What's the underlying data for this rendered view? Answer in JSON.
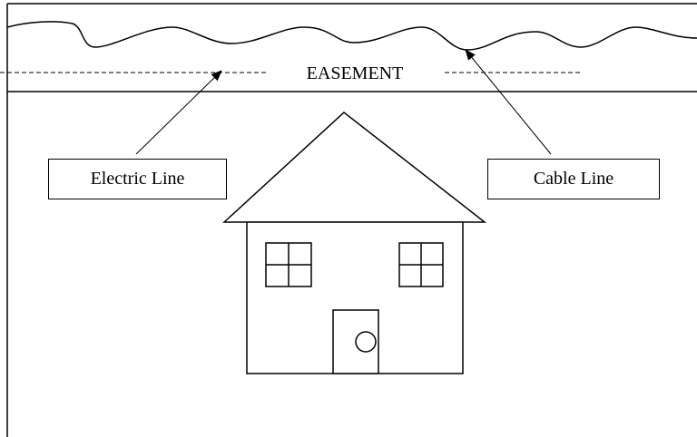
{
  "labels": {
    "easement": "EASEMENT",
    "electric_line": "Electric Line",
    "cable_line": "Cable Line"
  },
  "colors": {
    "line": "#000000",
    "background": "#ffffff"
  }
}
